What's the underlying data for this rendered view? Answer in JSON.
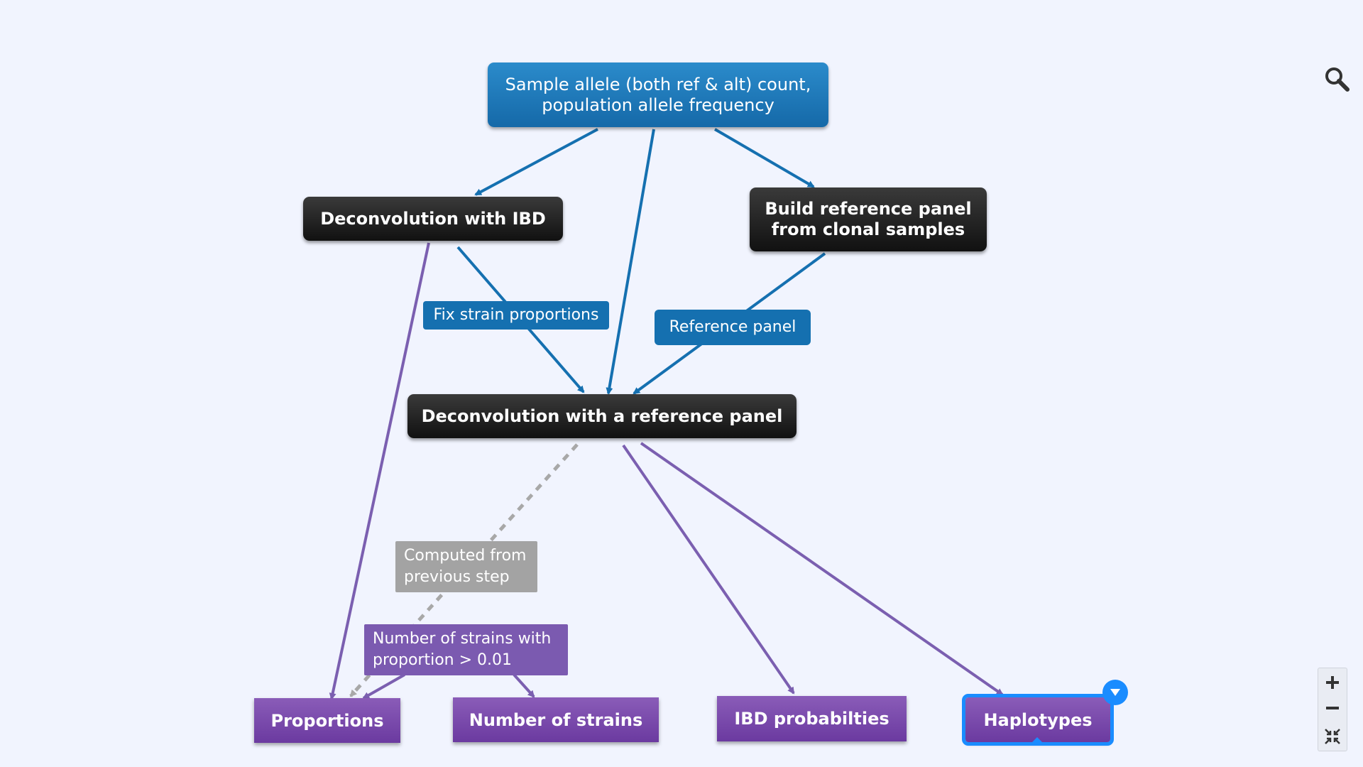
{
  "nodes": {
    "sample": {
      "line1": "Sample allele (both ref & alt) count,",
      "line2": "population allele frequency"
    },
    "ibd": {
      "label": "Deconvolution with IBD"
    },
    "build_panel": {
      "line1": "Build reference panel",
      "line2": "from clonal samples"
    },
    "ref_panel": {
      "label": "Deconvolution with a reference panel"
    },
    "proportions": {
      "label": "Proportions"
    },
    "num_strains": {
      "label": "Number of strains"
    },
    "ibd_probs": {
      "label": "IBD probabilties"
    },
    "haplotypes": {
      "label": "Haplotypes"
    }
  },
  "edge_labels": {
    "fix_strain": "Fix strain proportions",
    "reference_panel": "Reference panel",
    "computed": {
      "line1": "Computed from",
      "line2": "previous step"
    },
    "num_strains_with": {
      "line1": "Number of strains with",
      "line2": "proportion > 0.01"
    }
  },
  "icons": {
    "search": "search-icon",
    "zoom_in": "plus-icon",
    "zoom_out": "minus-icon",
    "fit": "collapse-arrows-icon",
    "collapse": "triangle-down-icon"
  },
  "colors": {
    "background": "#f1f4fe",
    "blue_edge": "#1570b0",
    "purple_edge": "#7b5fb0",
    "gray_edge": "#a8a8a8",
    "selection": "#1a8cff"
  }
}
